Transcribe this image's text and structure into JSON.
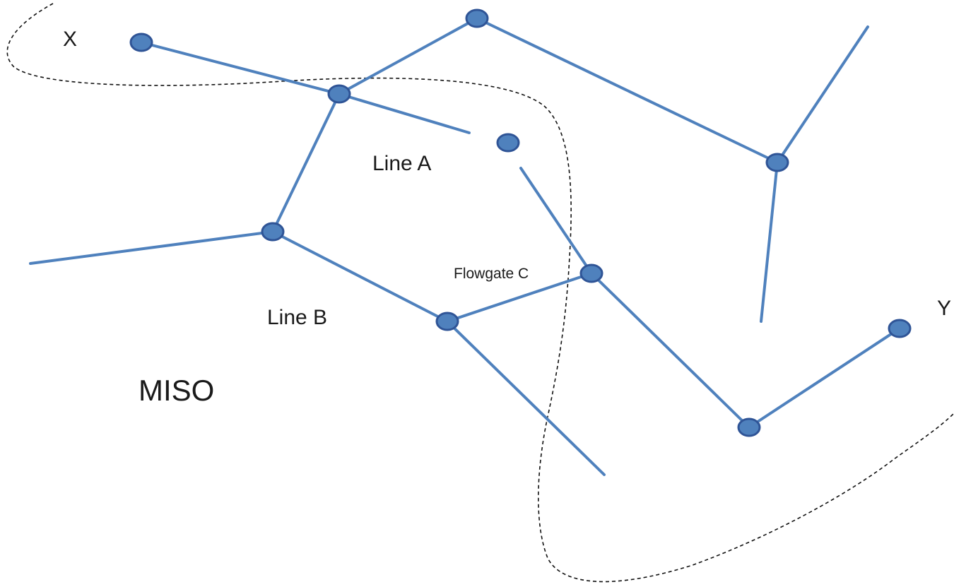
{
  "labels": {
    "x": "X",
    "y": "Y",
    "line_a": "Line A",
    "line_b": "Line B",
    "flowgate_c": "Flowgate C",
    "region": "MISO"
  },
  "colors": {
    "line": "#4f81bd",
    "node_fill": "#4f81bd",
    "node_stroke": "#2f5496",
    "boundary": "#111111"
  }
}
